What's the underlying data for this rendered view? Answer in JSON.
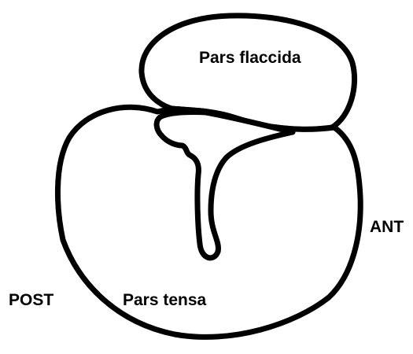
{
  "labels": {
    "pars_flaccida": "Pars flaccida",
    "pars_tensa": "Pars tensa",
    "ant": "ANT",
    "post": "POST"
  },
  "colors": {
    "outline": "#000000",
    "background": "#ffffff",
    "text": "#000000"
  }
}
